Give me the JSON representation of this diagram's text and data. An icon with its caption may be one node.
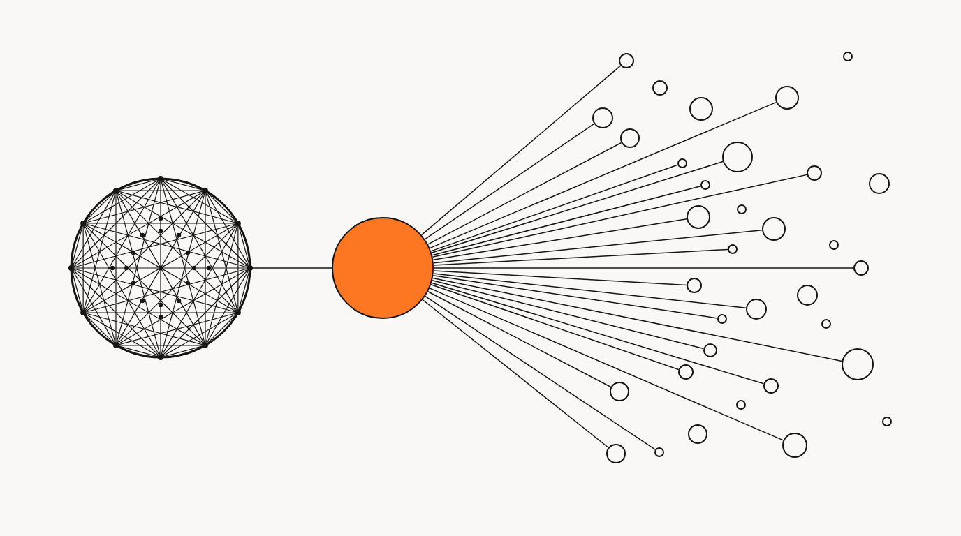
{
  "diagram": {
    "nodes": [
      {
        "text": [],
        "shape": "picture"
      },
      {
        "text": [],
        "shape": "circle"
      },
      {
        "text": [],
        "shape": "circle"
      },
      {
        "text": [],
        "shape": "circle"
      },
      {
        "text": [],
        "shape": "circle"
      },
      {
        "text": [],
        "shape": "circle"
      },
      {
        "text": [],
        "shape": "circle"
      },
      {
        "text": [],
        "shape": "circle"
      },
      {
        "text": [],
        "shape": "circle"
      },
      {
        "text": [],
        "shape": "circle"
      },
      {
        "text": [],
        "shape": "circle"
      },
      {
        "text": [],
        "shape": "circle"
      },
      {
        "text": [],
        "shape": "circle"
      },
      {
        "text": [],
        "shape": "circle"
      },
      {
        "text": [],
        "shape": "circle"
      },
      {
        "text": [],
        "shape": "circle"
      },
      {
        "text": [],
        "shape": "circle"
      },
      {
        "text": [],
        "shape": "circle"
      },
      {
        "text": [],
        "shape": "circle"
      },
      {
        "text": [],
        "shape": "circle"
      },
      {
        "text": [],
        "shape": "circle"
      },
      {
        "text": [],
        "shape": "circle"
      },
      {
        "text": [],
        "shape": "circle"
      },
      {
        "text": [],
        "shape": "circle"
      },
      {
        "text": [],
        "shape": "circle"
      },
      {
        "text": [],
        "shape": "circle"
      },
      {
        "text": [],
        "shape": "circle"
      },
      {
        "text": [],
        "shape": "circle"
      },
      {
        "text": [],
        "shape": "circle"
      },
      {
        "text": [],
        "shape": "circle"
      },
      {
        "text": [],
        "shape": "circle"
      },
      {
        "text": [],
        "shape": "circle"
      },
      {
        "text": [],
        "shape": "circle"
      },
      {
        "text": [],
        "shape": "circle"
      },
      {
        "text": [],
        "shape": "circle"
      },
      {
        "text": [],
        "shape": "circle"
      }
    ],
    "edges": [
      {
        "from": 0,
        "to": 1,
        "arrow": "none"
      },
      {
        "from": 1,
        "to": 3,
        "arrow": "none"
      },
      {
        "from": 1,
        "to": 5,
        "arrow": "none"
      },
      {
        "from": 1,
        "to": 7,
        "arrow": "none"
      },
      {
        "from": 1,
        "to": 8,
        "arrow": "none"
      },
      {
        "from": 1,
        "to": 9,
        "arrow": "none"
      },
      {
        "from": 1,
        "to": 10,
        "arrow": "none"
      },
      {
        "from": 1,
        "to": 11,
        "arrow": "none"
      },
      {
        "from": 1,
        "to": 13,
        "arrow": "none"
      },
      {
        "from": 1,
        "to": 15,
        "arrow": "none"
      },
      {
        "from": 1,
        "to": 16,
        "arrow": "none"
      },
      {
        "from": 1,
        "to": 18,
        "arrow": "none"
      },
      {
        "from": 1,
        "to": 19,
        "arrow": "none"
      },
      {
        "from": 1,
        "to": 20,
        "arrow": "none"
      },
      {
        "from": 1,
        "to": 22,
        "arrow": "none"
      },
      {
        "from": 1,
        "to": 23,
        "arrow": "none"
      },
      {
        "from": 1,
        "to": 25,
        "arrow": "none"
      },
      {
        "from": 1,
        "to": 26,
        "arrow": "none"
      },
      {
        "from": 1,
        "to": 27,
        "arrow": "none"
      },
      {
        "from": 1,
        "to": 28,
        "arrow": "none"
      },
      {
        "from": 1,
        "to": 29,
        "arrow": "none"
      },
      {
        "from": 1,
        "to": 33,
        "arrow": "none"
      },
      {
        "from": 1,
        "to": 34,
        "arrow": "none"
      },
      {
        "from": 1,
        "to": 35,
        "arrow": "none"
      }
    ]
  }
}
